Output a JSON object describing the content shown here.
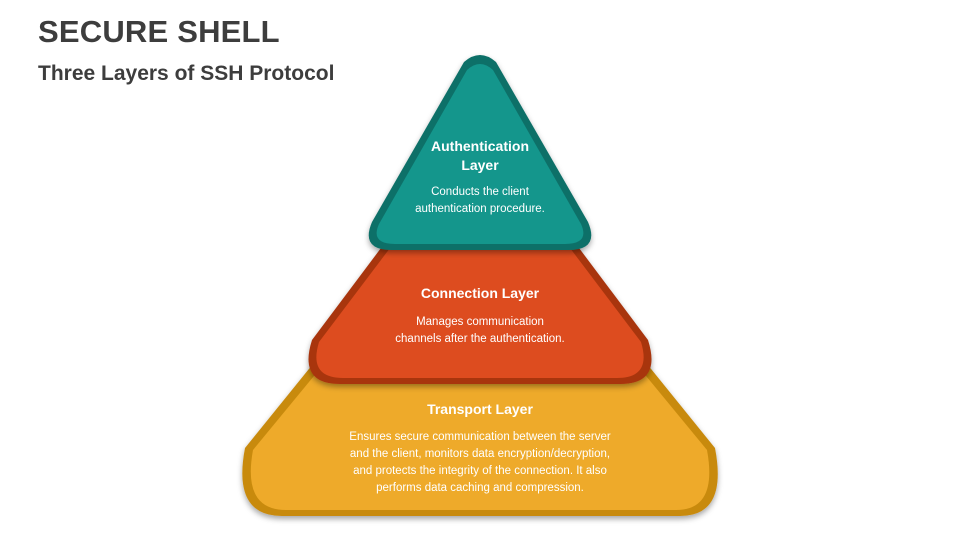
{
  "header": {
    "title": "SECURE SHELL",
    "subtitle": "Three Layers of SSH Protocol"
  },
  "layers": [
    {
      "title_line1": "Authentication",
      "title_line2": "Layer",
      "desc_line1": "Conducts the client",
      "desc_line2": "authentication procedure.",
      "color": "#14968C",
      "border_color": "#0E6F67"
    },
    {
      "title": "Connection Layer",
      "desc_line1": "Manages communication",
      "desc_line2": "channels after the authentication.",
      "color": "#DD4C1F",
      "border_color": "#A8350F"
    },
    {
      "title": "Transport Layer",
      "desc_line1": "Ensures secure communication between the server",
      "desc_line2": "and the client, monitors data encryption/decryption,",
      "desc_line3": "and protects the integrity of the connection. It also",
      "desc_line4": "performs data caching and compression.",
      "color": "#EEAA2A",
      "border_color": "#C88A10"
    }
  ]
}
